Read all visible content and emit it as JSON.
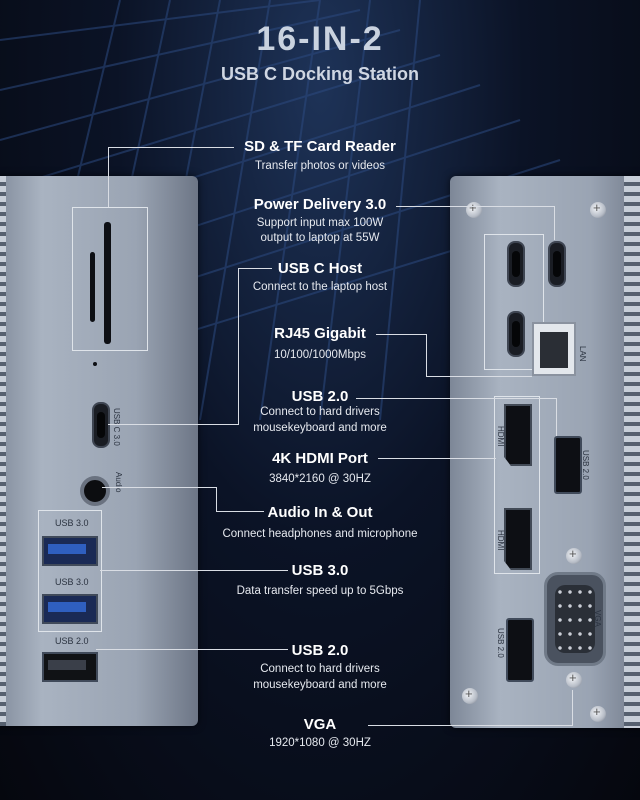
{
  "title": {
    "main": "16-IN-2",
    "subtitle": "USB C Docking Station"
  },
  "features": [
    {
      "title": "SD & TF Card Reader",
      "desc": [
        "Transfer photos or videos"
      ]
    },
    {
      "title": "Power Delivery 3.0",
      "desc": [
        "Support input max 100W",
        "output to laptop at 55W"
      ]
    },
    {
      "title": "USB C Host",
      "desc": [
        "Connect to the laptop host"
      ]
    },
    {
      "title": "RJ45 Gigabit",
      "desc": [
        "10/100/1000Mbps"
      ]
    },
    {
      "title": "USB 2.0",
      "desc": [
        "Connect to hard drivers",
        "mousekeyboard and more"
      ]
    },
    {
      "title": "4K HDMI Port",
      "desc": [
        "3840*2160 @ 30HZ"
      ]
    },
    {
      "title": "Audio In & Out",
      "desc": [
        "Connect headphones and microphone"
      ]
    },
    {
      "title": "USB 3.0",
      "desc": [
        "Data transfer speed up to 5Gbps"
      ]
    },
    {
      "title": "USB 2.0",
      "desc": [
        "Connect to hard drivers",
        "mousekeyboard and more"
      ]
    },
    {
      "title": "VGA",
      "desc": [
        "1920*1080 @ 30HZ"
      ]
    }
  ],
  "left_device": {
    "usbc_label": "USB C 3.0",
    "audio_label": "Audio",
    "port_labels": [
      "USB 3.0",
      "USB 3.0",
      "USB 2.0"
    ]
  },
  "right_device": {
    "lan_label": "LAN",
    "usb2_vertical_labels": [
      "USB 2.0",
      "USB 2.0"
    ],
    "vga_label": "VGA",
    "hdmi_label": "HDMI"
  }
}
